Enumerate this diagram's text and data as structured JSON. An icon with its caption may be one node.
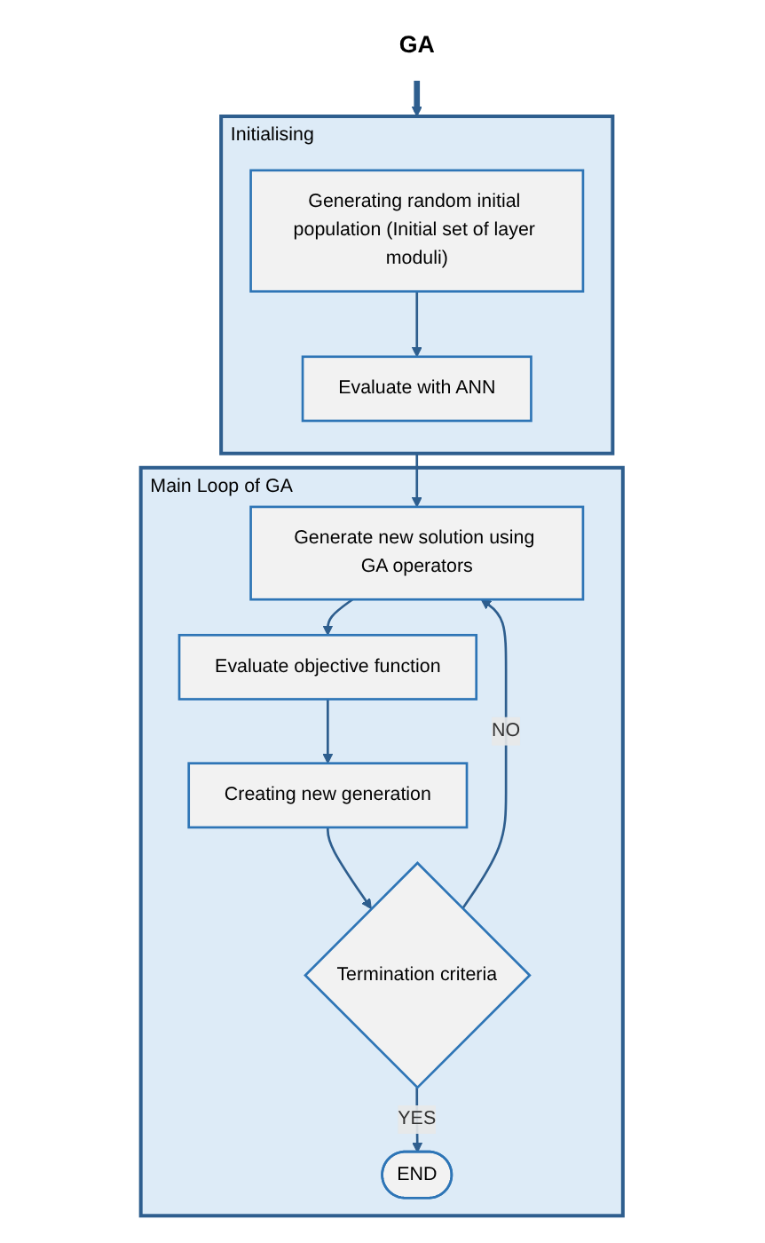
{
  "diagram": {
    "nodes": [
      {
        "text": [
          "GA"
        ]
      },
      {
        "text": [
          "Initialising"
        ]
      },
      {
        "text": [
          "Generating random initial population (Initial set of layer moduli)"
        ],
        "in": 1
      },
      {
        "text": [
          "Evaluate with ANN"
        ],
        "in": 1
      },
      {
        "text": [
          "Main Loop of GA"
        ]
      },
      {
        "text": [
          "Generate new solution using GA operators"
        ],
        "in": 4
      },
      {
        "text": [
          "Evaluate objective function"
        ],
        "in": 4
      },
      {
        "text": [
          "Creating new generation"
        ],
        "in": 4
      },
      {
        "text": [
          "Termination criteria"
        ],
        "in": 4
      },
      {
        "text": [
          "END"
        ],
        "in": 4
      }
    ],
    "edges": [
      {
        "from": 0,
        "to": 1,
        "arrow": "to",
        "style": "thick"
      },
      {
        "from": 2,
        "to": 3,
        "arrow": "to"
      },
      {
        "from": 1,
        "to": 5,
        "arrow": "to"
      },
      {
        "from": 5,
        "to": 6,
        "arrow": "to"
      },
      {
        "from": 6,
        "to": 7,
        "arrow": "to"
      },
      {
        "from": 7,
        "to": 8,
        "arrow": "to"
      },
      {
        "from": 8,
        "to": 5,
        "arrow": "to",
        "label": "NO"
      },
      {
        "from": 8,
        "to": 9,
        "arrow": "to",
        "label": "YES"
      }
    ]
  }
}
